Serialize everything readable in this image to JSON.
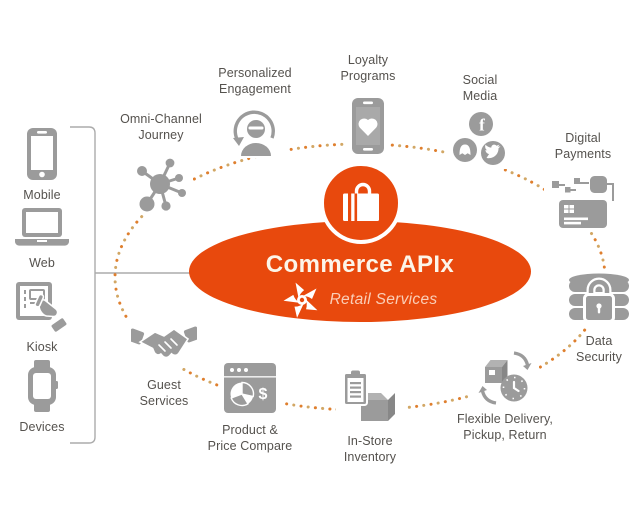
{
  "center": {
    "title": "Commerce APIx",
    "subtitle": "Retail Services",
    "badge_icon": "shopping-bag-icon",
    "logo_icon": "pinwheel-logo-icon",
    "ellipse_color": "#E8490D",
    "title_color": "#FCF5E9"
  },
  "left_panel": {
    "items": [
      {
        "label": "Mobile",
        "icon": "smartphone-icon"
      },
      {
        "label": "Web",
        "icon": "laptop-icon"
      },
      {
        "label": "Kiosk",
        "icon": "kiosk-icon"
      },
      {
        "label": "Devices",
        "icon": "smartwatch-icon"
      }
    ]
  },
  "ring": {
    "dot_colors": [
      "#DF7F2E",
      "#D2A765"
    ],
    "items": [
      {
        "label": "Omni-Channel\nJourney",
        "icon": "network-icon"
      },
      {
        "label": "Personalized\nEngagement",
        "icon": "customer-headset-icon"
      },
      {
        "label": "Loyalty\nPrograms",
        "icon": "phone-heart-icon"
      },
      {
        "label": "Social\nMedia",
        "icon": "social-networks-icon"
      },
      {
        "label": "Digital\nPayments",
        "icon": "payment-card-icon"
      },
      {
        "label": "Data\nSecurity",
        "icon": "database-lock-icon"
      },
      {
        "label": "Flexible Delivery,\nPickup, Return",
        "icon": "delivery-clock-icon"
      },
      {
        "label": "In-Store\nInventory",
        "icon": "inventory-box-icon"
      },
      {
        "label": "Product &\nPrice Compare",
        "icon": "price-compare-icon"
      },
      {
        "label": "Guest\nServices",
        "icon": "handshake-icon"
      }
    ]
  },
  "glyphs": {
    "facebook": "f",
    "dollar": "$"
  },
  "styles": {
    "icon_color": "#9B9B9B",
    "label_color": "#55524E",
    "line_color": "#ABABAB"
  }
}
